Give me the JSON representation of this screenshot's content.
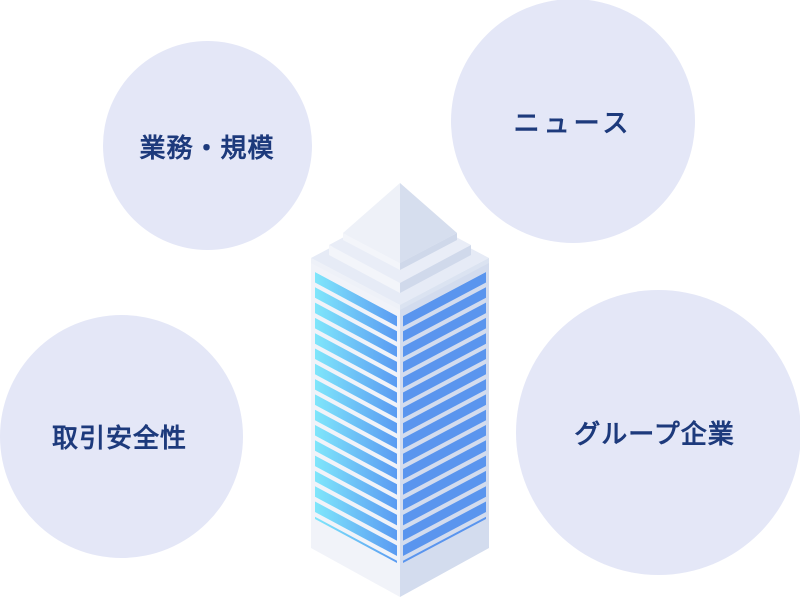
{
  "bubbles": {
    "business": {
      "label": "業務・規模"
    },
    "news": {
      "label": "ニュース"
    },
    "safety": {
      "label": "取引安全性"
    },
    "group": {
      "label": "グループ企業"
    }
  },
  "illustration": {
    "subject": "isometric-skyscraper",
    "window_rows": 18
  },
  "colors": {
    "bubble_fill": "#e4e7f7",
    "label_text": "#1d3a7c",
    "window_left_start": "#7fe6fb",
    "window_left_end": "#5b9cf2",
    "window_right": "#5a95ee",
    "wall_left": "#f1f3f9",
    "wall_right": "#d2dbed"
  }
}
